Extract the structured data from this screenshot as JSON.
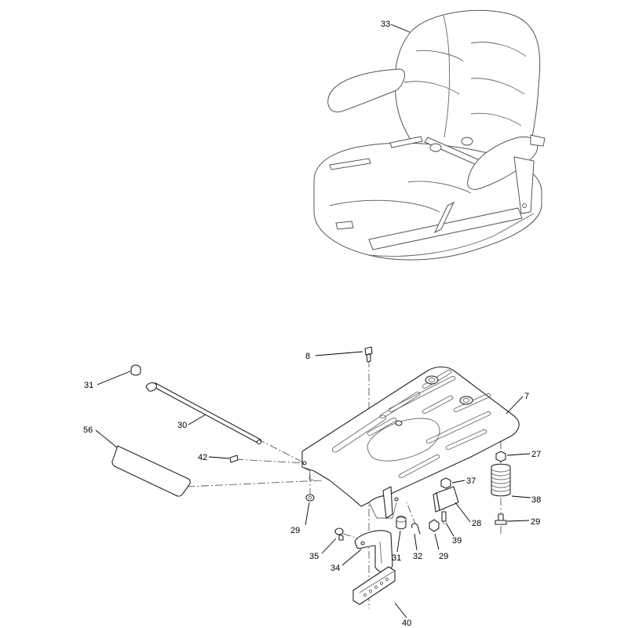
{
  "callouts": [
    {
      "id": "c33",
      "text": "33"
    },
    {
      "id": "c8",
      "text": "8"
    },
    {
      "id": "c31a",
      "text": "31"
    },
    {
      "id": "c30",
      "text": "30"
    },
    {
      "id": "c56",
      "text": "56"
    },
    {
      "id": "c42",
      "text": "42"
    },
    {
      "id": "c7",
      "text": "7"
    },
    {
      "id": "c29a",
      "text": "29"
    },
    {
      "id": "c37",
      "text": "37"
    },
    {
      "id": "c27",
      "text": "27"
    },
    {
      "id": "c38",
      "text": "38"
    },
    {
      "id": "c28",
      "text": "28"
    },
    {
      "id": "c29b",
      "text": "29"
    },
    {
      "id": "c35",
      "text": "35"
    },
    {
      "id": "c34",
      "text": "34"
    },
    {
      "id": "c31b",
      "text": "31"
    },
    {
      "id": "c32",
      "text": "32"
    },
    {
      "id": "c29c",
      "text": "29"
    },
    {
      "id": "c39",
      "text": "39"
    },
    {
      "id": "c40",
      "text": "40"
    }
  ]
}
